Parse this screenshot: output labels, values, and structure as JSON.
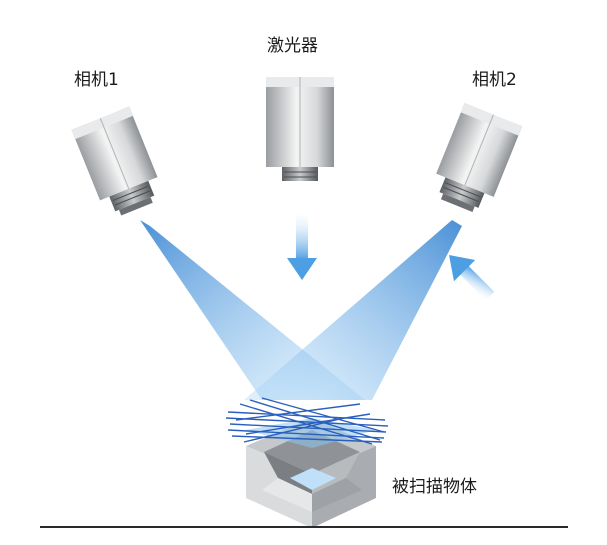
{
  "labels": {
    "camera1": "相机1",
    "laser": "激光器",
    "camera2": "相机2",
    "object": "被扫描物体"
  },
  "colors": {
    "beam": "#5aa9e6",
    "beam_dark": "#2f74c0",
    "laser_line": "#2b5fbf",
    "arrow": "#6fb3ea",
    "object_gray": "#b9bcbf",
    "ground": "#2a2a2a"
  },
  "icons": [
    "camera-1-icon",
    "laser-icon",
    "camera-2-icon",
    "down-arrow-icon",
    "up-right-arrow-icon",
    "scanned-object-icon"
  ]
}
